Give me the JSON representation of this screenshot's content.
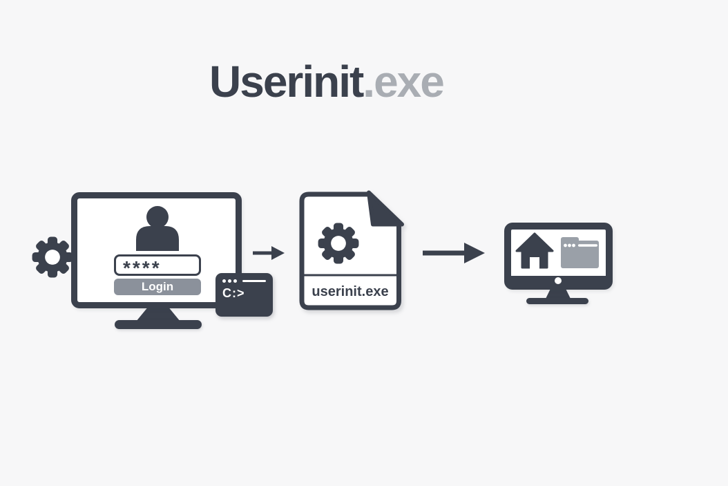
{
  "title": {
    "primary": "Userinit",
    "secondary": ".exe"
  },
  "colors": {
    "background": "#f7f7f8",
    "dark": "#3b414d",
    "gray": "#8b919b",
    "gray_light": "#9aa0a8",
    "title_secondary": "#a9adb3"
  },
  "login_screen": {
    "password_value": "****",
    "login_label": "Login"
  },
  "terminal": {
    "prompt": "C:>"
  },
  "file": {
    "label": "userinit.exe"
  }
}
